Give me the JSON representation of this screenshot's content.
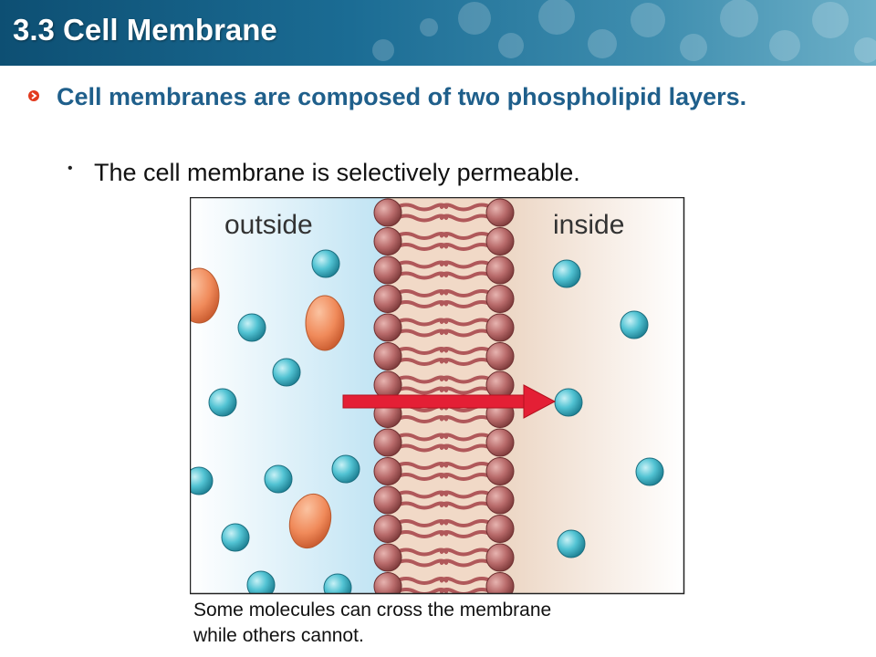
{
  "header": {
    "title": "3.3 Cell Membrane"
  },
  "main_point": {
    "text": "Cell membranes are composed of two phospholipid layers.",
    "icon": "bullet-icon",
    "accent_color": "#1f5f8b",
    "bullet_color": "#e23a1e"
  },
  "sub_point": {
    "text": "The cell membrane is selectively permeable."
  },
  "diagram": {
    "outside_label": "outside",
    "inside_label": "inside",
    "arrow_color": "#e41f35",
    "molecule_color_small": "#52c3d3",
    "molecule_color_large": "#f08a5a",
    "phospholipid_head_color": "#b86a6a"
  },
  "caption": {
    "line1": "Some molecules can cross the membrane",
    "line2": "while others cannot."
  }
}
